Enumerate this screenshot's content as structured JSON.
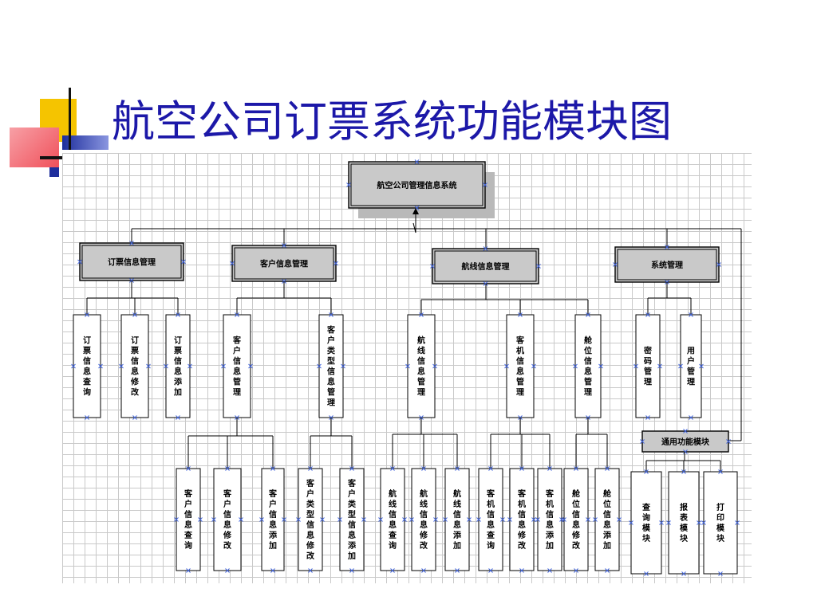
{
  "title": "航空公司订票系统功能模块图",
  "colors": {
    "title": "#1c18a8",
    "grid": "#c9c9c9",
    "node_fill": "#c9c9c9",
    "handle": "#4466dd",
    "deco_yellow": "#f5c400",
    "deco_red": "#f0505a",
    "deco_blue": "#1e2e9c"
  },
  "root": "航空公司管理信息系统",
  "modules": [
    "订票信息管理",
    "客户信息管理",
    "航线信息管理",
    "系统管理"
  ],
  "level2": [
    "订票信息查询",
    "订票信息修改",
    "订票信息添加",
    "客户信息管理",
    "客户类型信息管理",
    "航线信息管理",
    "客机信息管理",
    "舱位信息管理",
    "密码管理",
    "用户管理"
  ],
  "common_module": "通用功能模块",
  "level3": [
    "客户信息查询",
    "客户信息修改",
    "客户信息添加",
    "客户类型信息修改",
    "客户类型信息添加",
    "航线信息查询",
    "航线信息修改",
    "航线信息添加",
    "客机信息查询",
    "客机信息修改",
    "客机信息添加",
    "舱位信息修改",
    "舱位信息添加",
    "查询模块",
    "报表模块",
    "打印模块"
  ]
}
